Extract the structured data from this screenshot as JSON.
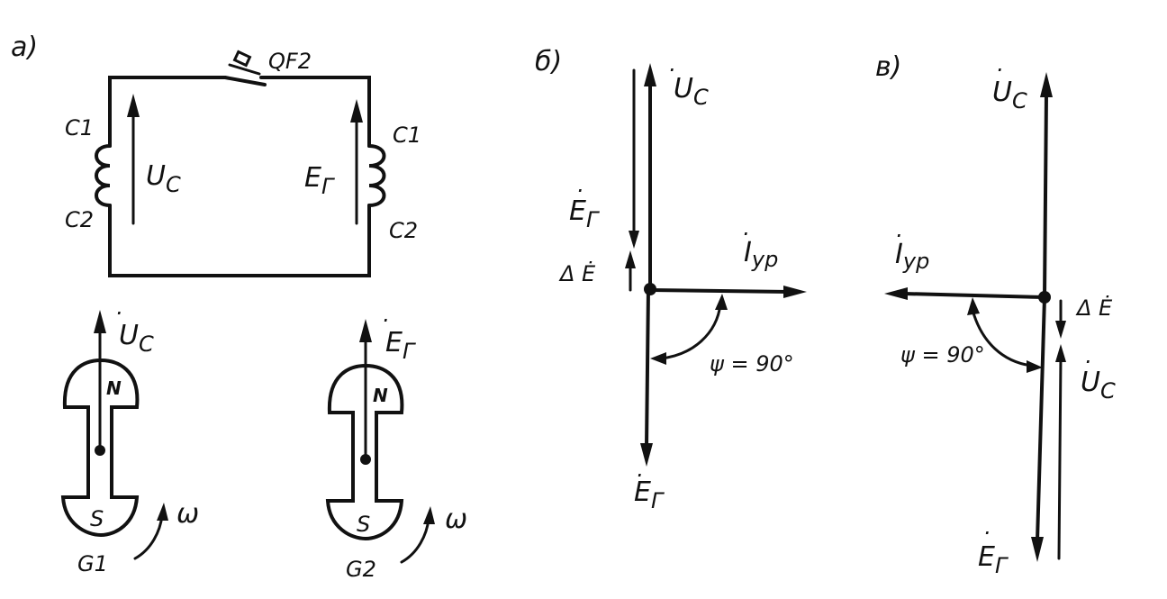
{
  "panels": {
    "a": "a)",
    "b": "б)",
    "c": "в)"
  },
  "circuit": {
    "switch": "QF2",
    "left_top_terminal": "C1",
    "left_bottom_terminal": "C2",
    "right_top_terminal": "C1",
    "right_bottom_terminal": "C2",
    "left_voltage": "U",
    "left_voltage_sub": "C",
    "right_emf": "E",
    "right_emf_sub": "Г"
  },
  "generators": {
    "g1": {
      "phasor": "U",
      "phasor_sub": "C",
      "north": "N",
      "south": "S",
      "rotation": "ω",
      "name": "G1"
    },
    "g2": {
      "phasor": "E",
      "phasor_sub": "Г",
      "north": "N",
      "south": "S",
      "rotation": "ω",
      "name": "G2"
    }
  },
  "diagram_b": {
    "uc": "U",
    "uc_sub": "C",
    "eg_top": "E",
    "eg_top_sub": "Г",
    "delta_e": "Δ Ė",
    "current": "I",
    "current_sub": "ур",
    "angle": "ψ = 90°",
    "eg_bottom": "E",
    "eg_bottom_sub": "Г"
  },
  "diagram_c": {
    "uc_top": "U",
    "uc_top_sub": "C",
    "current": "I",
    "current_sub": "ур",
    "angle": "ψ = 90°",
    "delta_e": "Δ Ė",
    "uc_right": "U",
    "uc_right_sub": "C",
    "eg": "E",
    "eg_sub": "Г"
  }
}
